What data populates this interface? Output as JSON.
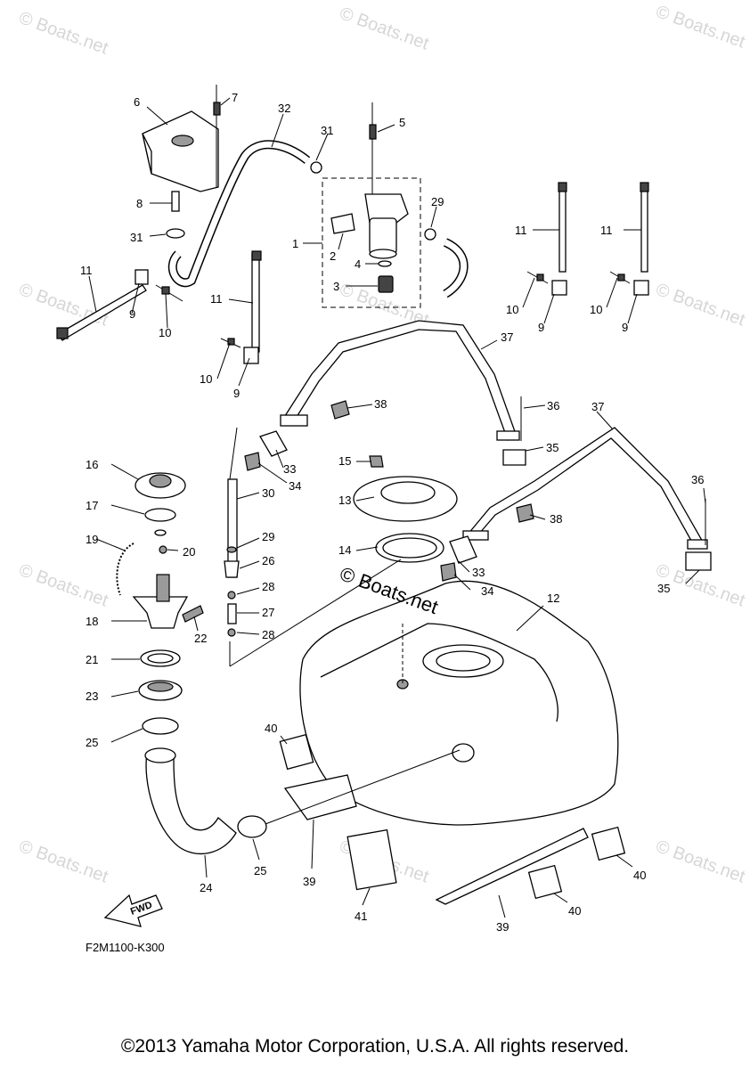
{
  "diagram_code": "F2M1100-K300",
  "copyright": "©2013 Yamaha Motor Corporation, U.S.A. All rights reserved.",
  "watermark": "© Boats.net",
  "fwd_label": "FWD",
  "part_numbers": [
    "1",
    "2",
    "3",
    "4",
    "5",
    "6",
    "7",
    "8",
    "9",
    "10",
    "11",
    "12",
    "13",
    "14",
    "15",
    "16",
    "17",
    "18",
    "19",
    "20",
    "21",
    "22",
    "23",
    "24",
    "25",
    "26",
    "27",
    "28",
    "29",
    "30",
    "31",
    "32",
    "33",
    "34",
    "35",
    "36",
    "37",
    "38",
    "39",
    "40",
    "41"
  ],
  "colors": {
    "line": "#000000",
    "watermark": "#d6d6d6",
    "background": "#ffffff"
  }
}
